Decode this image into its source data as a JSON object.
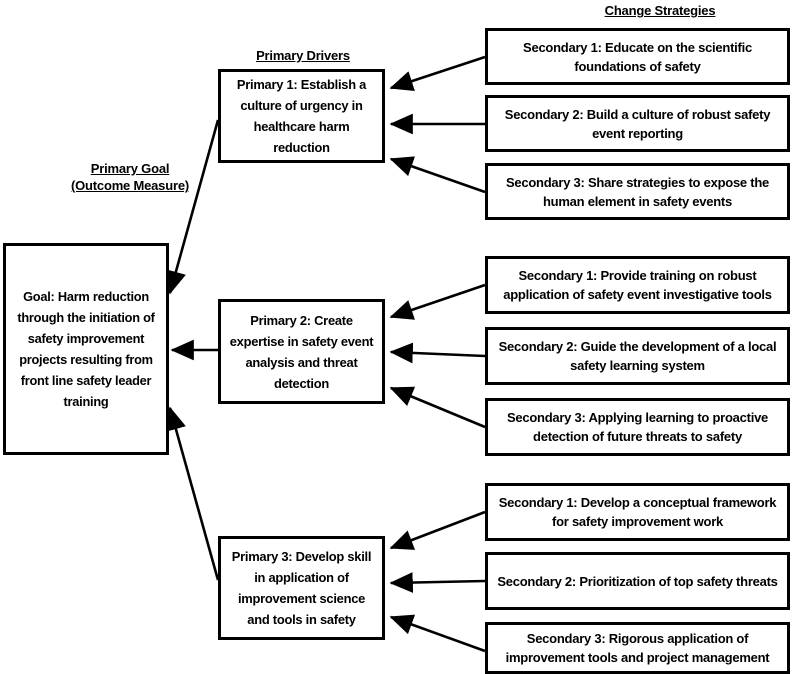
{
  "headers": {
    "goal": "Primary Goal\n(Outcome Measure)",
    "goal_line1": "Primary Goal",
    "goal_line2": "(Outcome Measure)",
    "drivers": "Primary Drivers",
    "strategies": "Change Strategies"
  },
  "colors": {
    "border": "#000000",
    "background": "#ffffff",
    "text": "#000000"
  },
  "goal": {
    "label_prefix": "Goal:",
    "text": "Goal: Harm reduction through the initiation of safety improvement projects resulting from front line safety leader training"
  },
  "primary_drivers": [
    {
      "id": "primary-1",
      "label_prefix": "Primary 1:",
      "text": "Primary 1: Establish a culture of urgency in healthcare harm reduction"
    },
    {
      "id": "primary-2",
      "label_prefix": "Primary 2:",
      "text": "Primary 2: Create expertise in safety event analysis and threat detection"
    },
    {
      "id": "primary-3",
      "label_prefix": "Primary 3:",
      "text": "Primary 3:  Develop skill in application of improvement science and tools in safety"
    }
  ],
  "change_strategies": [
    {
      "group": 1,
      "parent": "primary-1",
      "items": [
        {
          "id": "g1-secondary-1",
          "label_prefix": "Secondary 1:",
          "text": "Secondary 1:  Educate on the scientific foundations of safety"
        },
        {
          "id": "g1-secondary-2",
          "label_prefix": "Secondary 2:",
          "text": "Secondary 2: Build a culture of robust safety event reporting"
        },
        {
          "id": "g1-secondary-3",
          "label_prefix": "Secondary 3:",
          "text": "Secondary 3: Share strategies to expose the human element in safety events"
        }
      ]
    },
    {
      "group": 2,
      "parent": "primary-2",
      "items": [
        {
          "id": "g2-secondary-1",
          "label_prefix": "Secondary 1:",
          "text": "Secondary 1: Provide training on robust application of safety event investigative tools"
        },
        {
          "id": "g2-secondary-2",
          "label_prefix": "Secondary 2:",
          "text": "Secondary 2: Guide the development of a local safety learning system"
        },
        {
          "id": "g2-secondary-3",
          "label_prefix": "Secondary 3:",
          "text": "Secondary 3: Applying learning to proactive detection of future threats to safety"
        }
      ]
    },
    {
      "group": 3,
      "parent": "primary-3",
      "items": [
        {
          "id": "g3-secondary-1",
          "label_prefix": "Secondary 1:",
          "text": "Secondary 1: Develop a conceptual framework for safety improvement work"
        },
        {
          "id": "g3-secondary-2",
          "label_prefix": "Secondary 2:",
          "text": "Secondary 2: Prioritization of top safety threats"
        },
        {
          "id": "g3-secondary-3",
          "label_prefix": "Secondary 3:",
          "text": "Secondary 3: Rigorous application of improvement tools and project management"
        }
      ]
    }
  ]
}
